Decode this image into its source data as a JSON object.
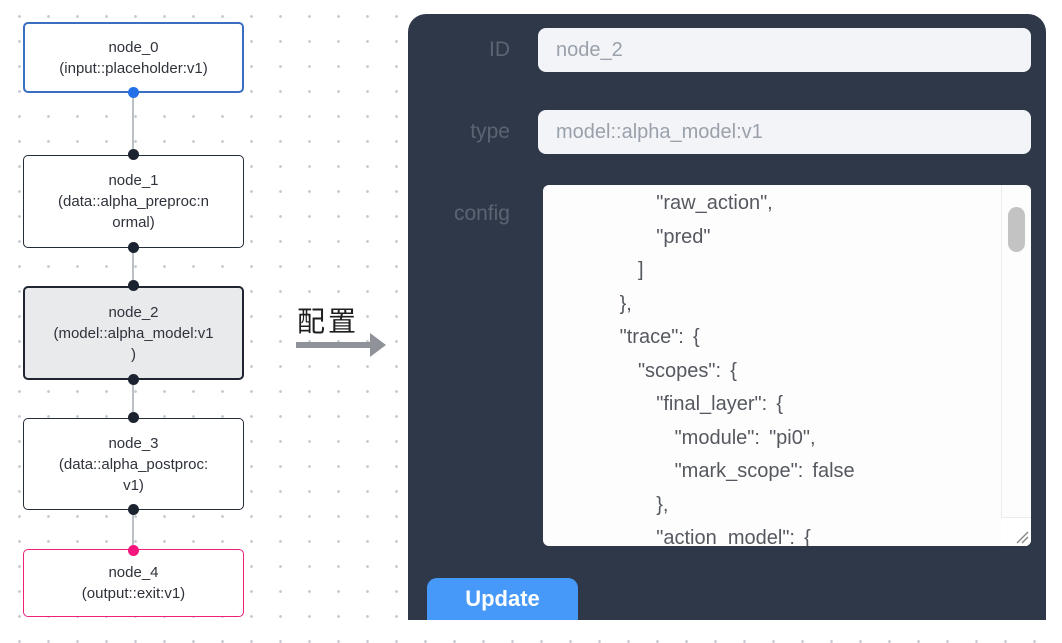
{
  "flow": {
    "nodes": [
      {
        "title": "node_0",
        "subtitle": "(input::placeholder:v1)",
        "variant": "input"
      },
      {
        "title": "node_1",
        "subtitle": "(data::alpha_preproc:n\normal)",
        "variant": "default"
      },
      {
        "title": "node_2",
        "subtitle": "(model::alpha_model:v1\n)",
        "variant": "selected"
      },
      {
        "title": "node_3",
        "subtitle": "(data::alpha_postproc:\nv1)",
        "variant": "default"
      },
      {
        "title": "node_4",
        "subtitle": "(output::exit:v1)",
        "variant": "output"
      }
    ]
  },
  "arrow": {
    "label": "配置"
  },
  "panel": {
    "id_label": "ID",
    "id_value": "node_2",
    "type_label": "type",
    "type_value": "model::alpha_model:v1",
    "config_label": "config",
    "config_text": "        \"raw_action\",\n        \"pred\"\n      ]\n    },\n    \"trace\": {\n      \"scopes\": {\n        \"final_layer\": {\n          \"module\": \"pi0\",\n          \"mark_scope\": false\n        },\n        \"action_model\": {",
    "update_label": "Update"
  },
  "colors": {
    "panel_bg": "#2e3848",
    "accent_blue": "#4699f8",
    "input_node_border": "#3a6ec0",
    "output_node_border": "#ee2179",
    "selected_node_bg": "#e9eaec",
    "handle_dark": "#1c2330",
    "handle_blue": "#2270e8",
    "handle_pink": "#f5157e"
  }
}
